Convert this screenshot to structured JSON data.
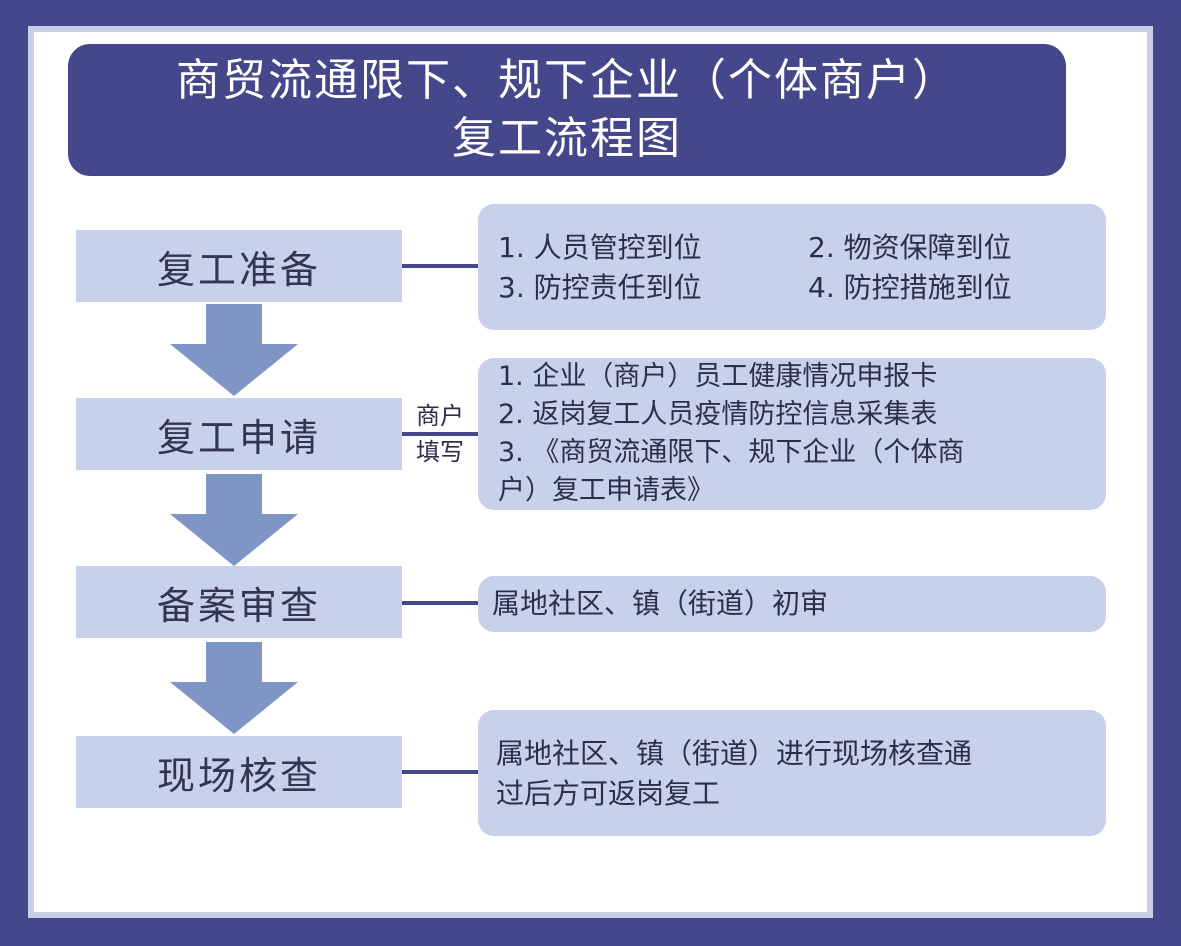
{
  "title": {
    "line1": "商贸流通限下、规下企业（个体商户）",
    "line2": "复工流程图"
  },
  "steps": [
    {
      "label": "复工准备"
    },
    {
      "label": "复工申请"
    },
    {
      "label": "备案审查"
    },
    {
      "label": "现场核查"
    }
  ],
  "connector_label": {
    "line1": "商户",
    "line2": "填写"
  },
  "details": {
    "prepare": [
      "1. 人员管控到位",
      "2. 物资保障到位",
      "3. 防控责任到位",
      "4. 防控措施到位"
    ],
    "apply": [
      "1. 企业（商户）员工健康情况申报卡",
      "2. 返岗复工人员疫情防控信息采集表",
      "3. 《商贸流通限下、规下企业（个体商",
      "户）复工申请表》"
    ],
    "review": "属地社区、镇（街道）初审",
    "inspect": [
      "属地社区、镇（街道）进行现场核查通",
      "过后方可返岗复工"
    ]
  },
  "colors": {
    "frame": "#44478a",
    "box_fill": "#c8d1ea",
    "arrow": "#7f95c6"
  }
}
